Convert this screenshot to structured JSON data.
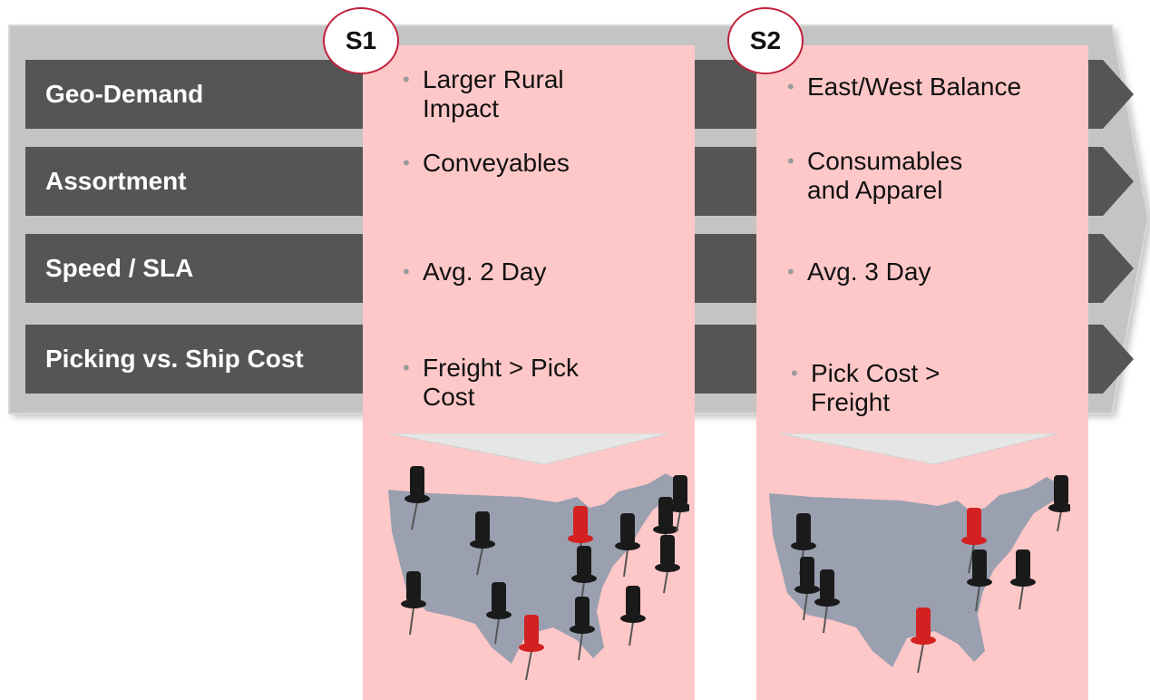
{
  "rows": [
    {
      "label": "Geo-Demand"
    },
    {
      "label": "Assortment"
    },
    {
      "label": "Speed / SLA"
    },
    {
      "label": "Picking vs. Ship Cost"
    }
  ],
  "scenarios": [
    {
      "badge": "S1",
      "bullets": [
        {
          "line1": "Larger Rural",
          "line2": "Impact"
        },
        {
          "line1": "Conveyables",
          "line2": ""
        },
        {
          "line1": "Avg. 2 Day",
          "line2": ""
        },
        {
          "line1": "Freight > Pick",
          "line2": "Cost"
        }
      ],
      "map_icon": "us-map-with-pushpins-icon"
    },
    {
      "badge": "S2",
      "bullets": [
        {
          "line1": "East/West Balance",
          "line2": ""
        },
        {
          "line1": "Consumables",
          "line2": "and Apparel"
        },
        {
          "line1": "Avg. 3 Day",
          "line2": ""
        },
        {
          "line1": "Pick Cost >",
          "line2": "Freight"
        }
      ],
      "map_icon": "us-map-with-pushpins-icon"
    }
  ],
  "colors": {
    "frame": "#c2c2c2",
    "row_bar": "#555555",
    "column_bg": "#ffc8c8",
    "badge_border": "#c0203a",
    "map": "#9aa0b0",
    "pin_black": "#1a1a1a",
    "pin_red": "#d32020"
  }
}
